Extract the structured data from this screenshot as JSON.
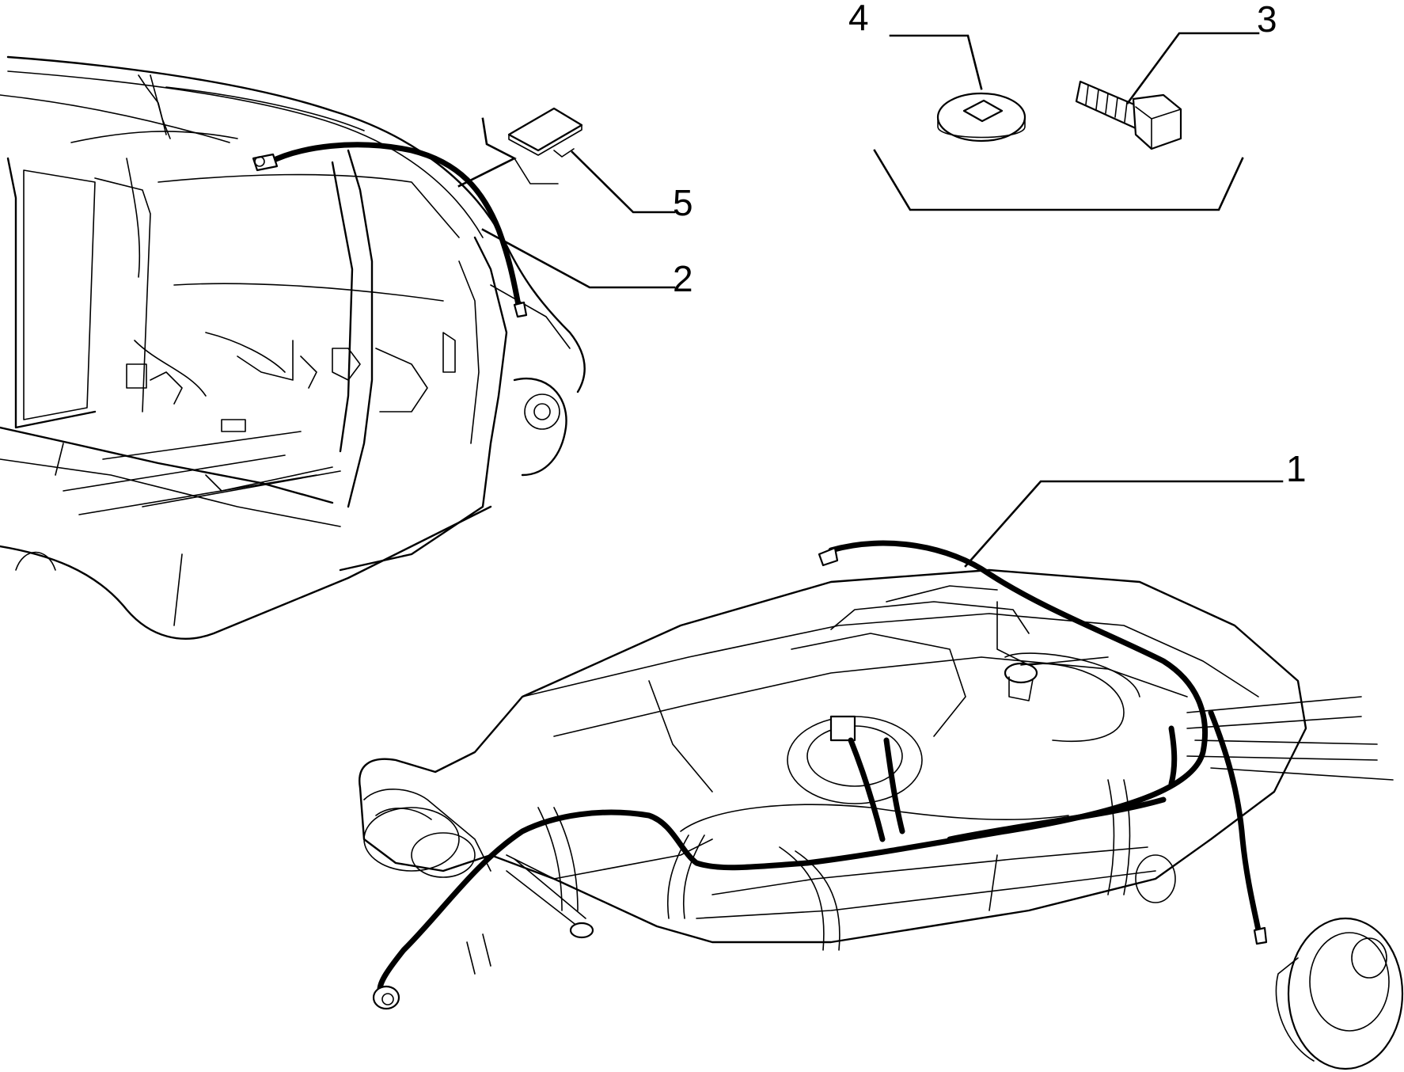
{
  "callouts": [
    {
      "id": "1",
      "label": "1"
    },
    {
      "id": "2",
      "label": "2"
    },
    {
      "id": "3",
      "label": "3"
    },
    {
      "id": "4",
      "label": "4"
    },
    {
      "id": "5",
      "label": "5"
    }
  ],
  "parts": {
    "1": "fuel-tank-wiring-harness",
    "2": "roof-wiring-harness",
    "3": "bolt",
    "4": "square-washer",
    "5": "clip"
  }
}
